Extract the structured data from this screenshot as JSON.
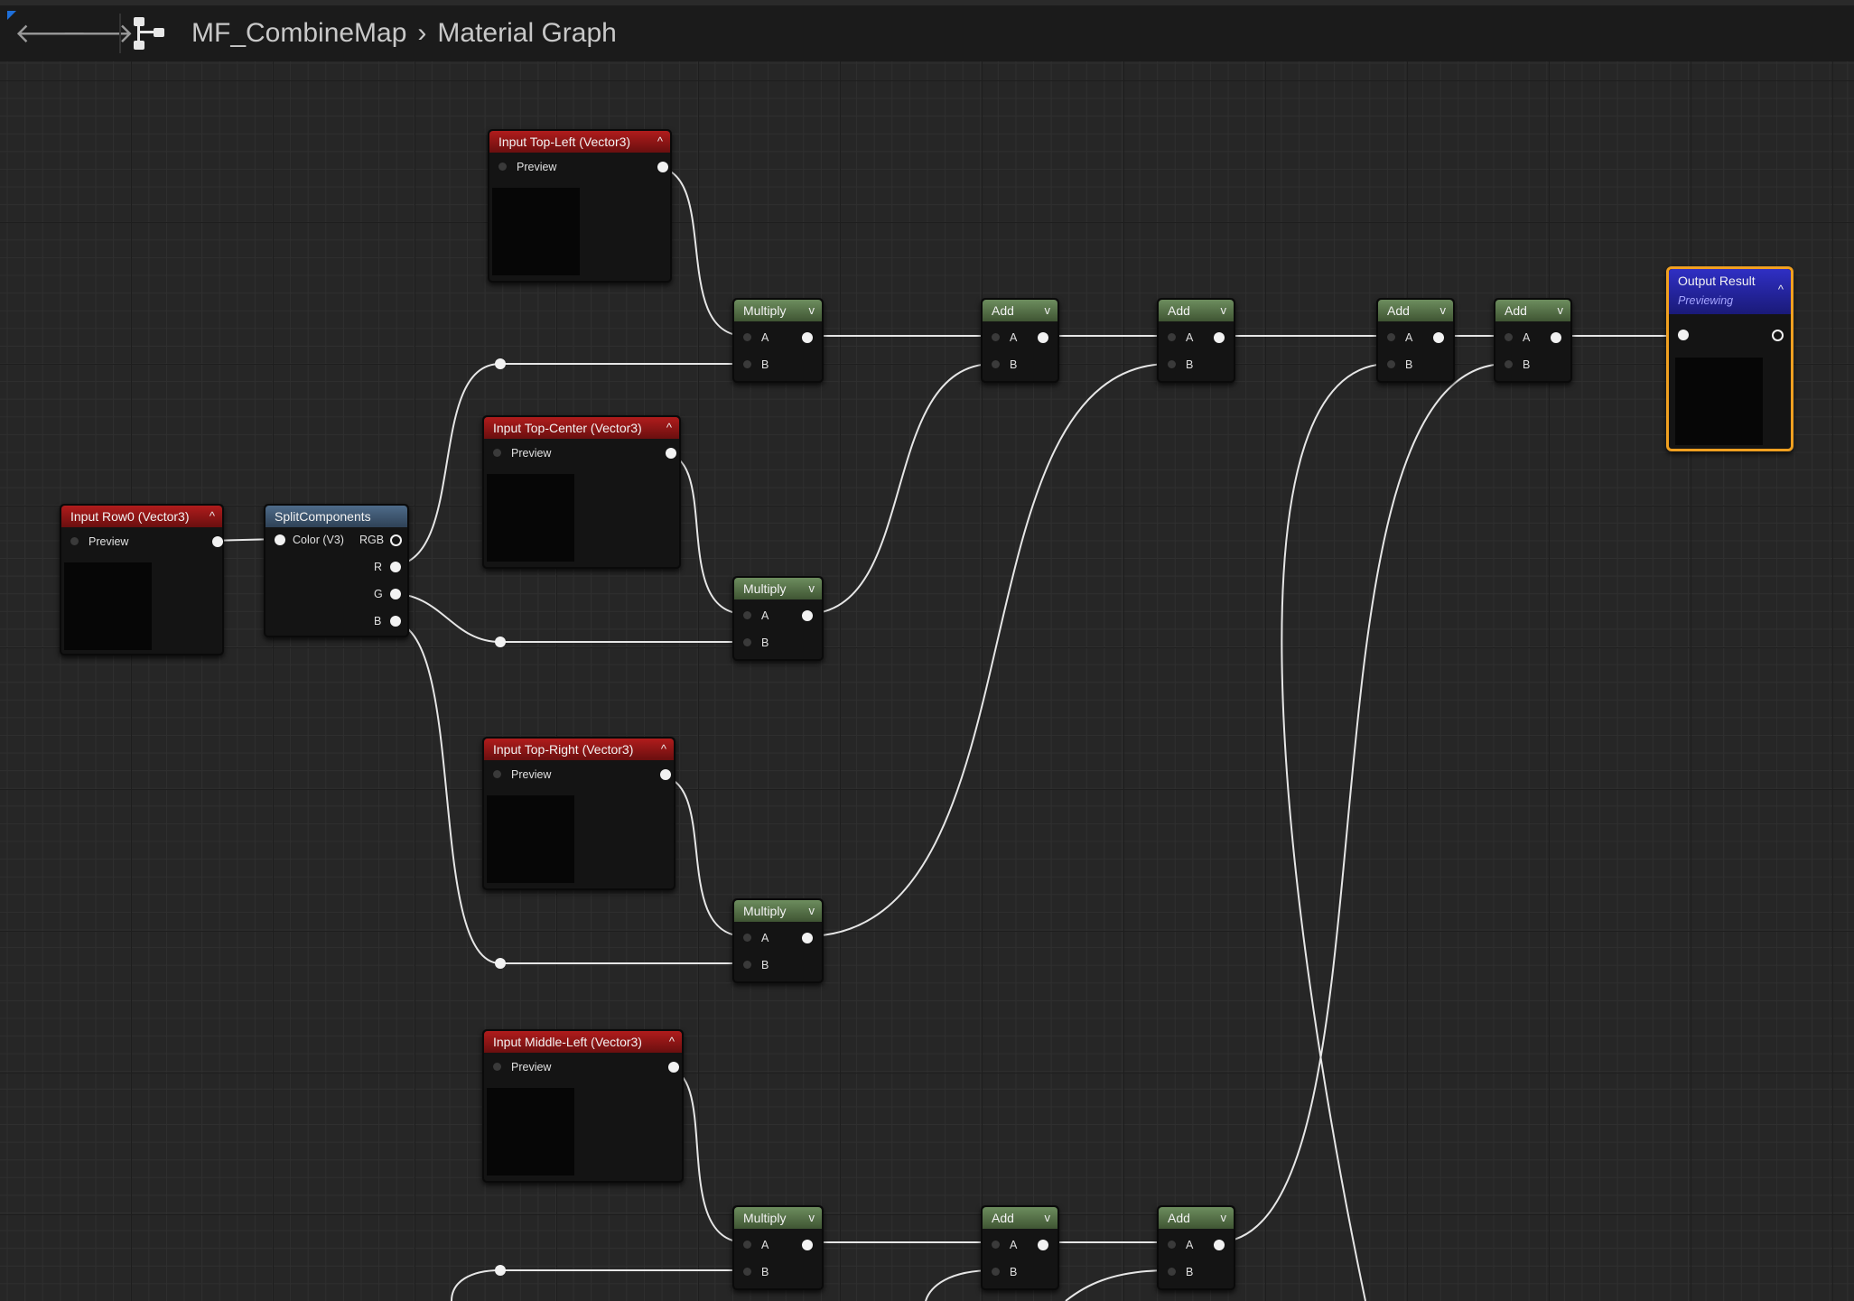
{
  "toolbar": {
    "back_label": "🡐",
    "forward_label": "🡒",
    "breadcrumb_asset": "MF_CombineMap",
    "breadcrumb_separator": "›",
    "breadcrumb_graph": "Material Graph"
  },
  "labels": {
    "preview": "Preview",
    "pin_a": "A",
    "pin_b": "B",
    "chevron_up": "^",
    "chevron_down": "v"
  },
  "nodes": {
    "input_row0": "Input Row0 (Vector3)",
    "split": {
      "title": "SplitComponents",
      "color_pin": "Color (V3)",
      "rgb": "RGB",
      "r": "R",
      "g": "G",
      "b": "B"
    },
    "input_top_left": "Input Top-Left (Vector3)",
    "input_top_center": "Input Top-Center (Vector3)",
    "input_top_right": "Input Top-Right (Vector3)",
    "input_middle_left": "Input Middle-Left (Vector3)",
    "multiply": "Multiply",
    "add": "Add",
    "output": {
      "title": "Output Result",
      "status": "Previewing"
    }
  },
  "colors": {
    "input_header": "#9e1b1b",
    "math_header": "#5e7a50",
    "split_header": "#466380",
    "output_header": "#2a2ab0",
    "output_border": "#f0a020"
  }
}
